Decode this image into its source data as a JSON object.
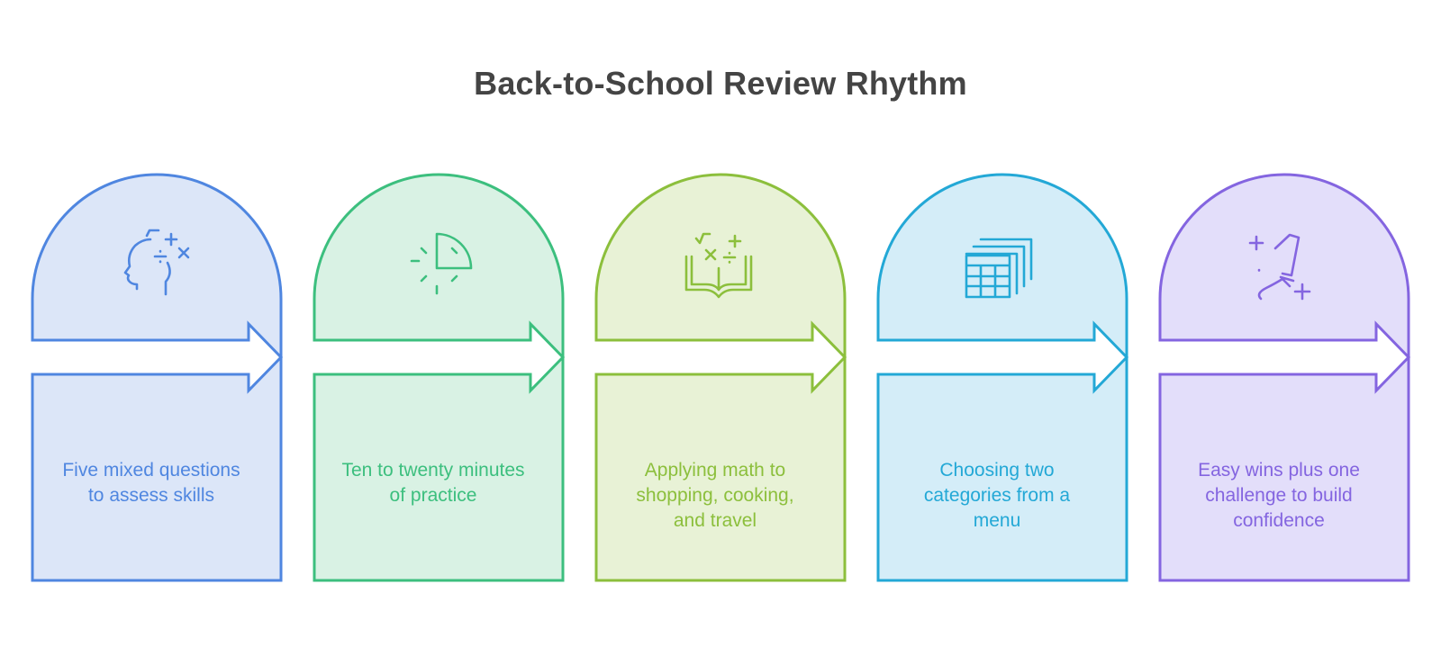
{
  "title": "Back-to-School Review Rhythm",
  "steps": [
    {
      "lines": [
        "Five mixed questions",
        "to assess skills"
      ],
      "icon": "head-math-icon",
      "stroke": "#4f86e0",
      "fill": "#dce6f8"
    },
    {
      "lines": [
        "Ten to twenty minutes",
        "of practice"
      ],
      "icon": "timer-icon",
      "stroke": "#3cbf7e",
      "fill": "#d9f2e4"
    },
    {
      "lines": [
        "Applying math to",
        "shopping, cooking,",
        "and travel"
      ],
      "icon": "math-book-icon",
      "stroke": "#8cbf3c",
      "fill": "#e8f2d6"
    },
    {
      "lines": [
        "Choosing two",
        "categories from a",
        "menu"
      ],
      "icon": "menu-tables-icon",
      "stroke": "#23a8d6",
      "fill": "#d4edf8"
    },
    {
      "lines": [
        "Easy wins plus one",
        "challenge to build",
        "confidence"
      ],
      "icon": "number-one-icon",
      "stroke": "#8465e0",
      "fill": "#e3defa"
    }
  ]
}
